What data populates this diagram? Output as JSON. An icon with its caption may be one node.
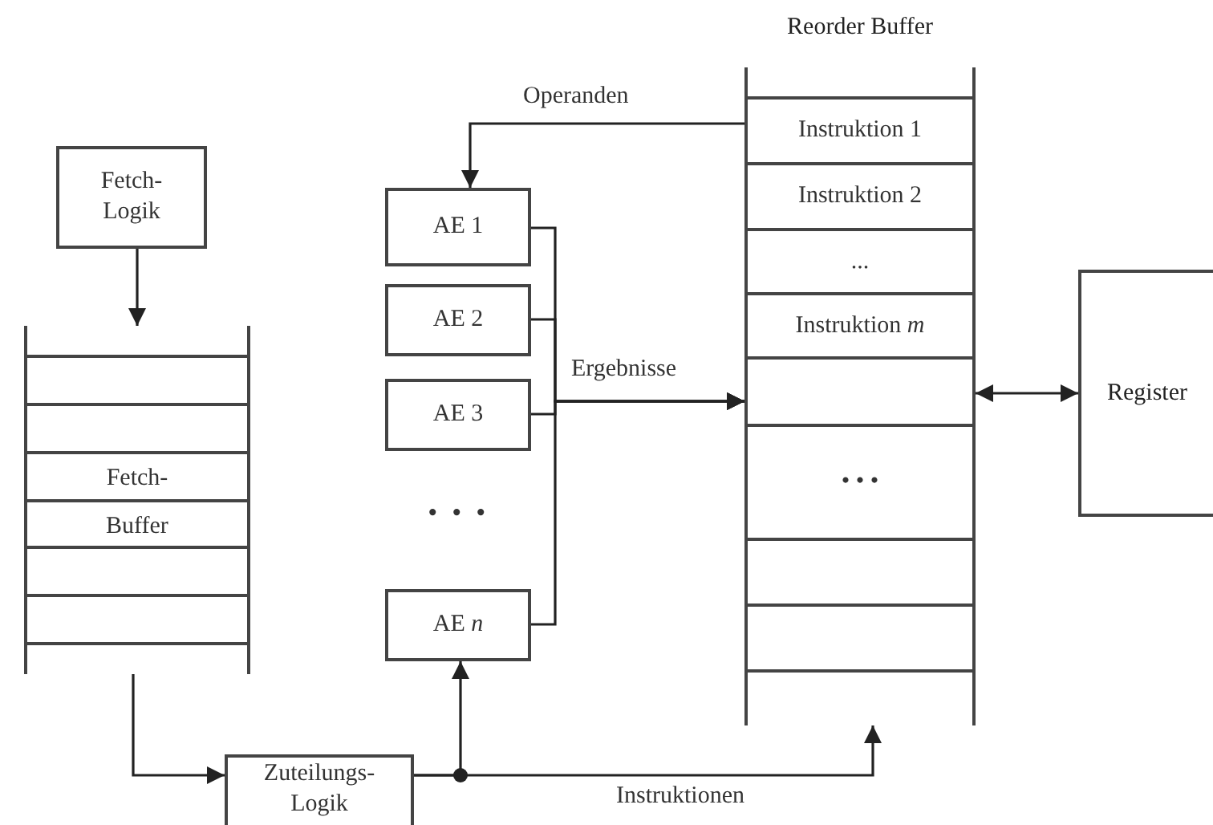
{
  "diagram": {
    "nodes": [
      {
        "text": [
          "Fetch- Logik"
        ]
      },
      {
        "text": [
          "Fetch- Buffer"
        ]
      },
      {
        "text": [
          "AE 1"
        ]
      },
      {
        "text": [
          "AE 2"
        ]
      },
      {
        "text": [
          "AE 3"
        ]
      },
      {
        "text": [
          "AE *n*"
        ]
      },
      {
        "text": [
          "Reorder Buffer"
        ]
      },
      {
        "text": [
          "Instruktion 1"
        ],
        "in": 6
      },
      {
        "text": [
          "Instruktion 2"
        ],
        "in": 6
      },
      {
        "text": [
          "..."
        ],
        "in": 6
      },
      {
        "text": [
          "Instruktion *m*"
        ],
        "in": 6
      },
      {
        "text": [
          "• • •"
        ],
        "in": 6
      },
      {
        "text": [
          "Register"
        ]
      },
      {
        "text": [
          "Zuteilungs- Logik"
        ]
      }
    ],
    "edges": [
      {
        "from": 0,
        "to": 1,
        "arrow": "to"
      },
      {
        "from": 1,
        "to": 13,
        "arrow": "to"
      },
      {
        "from": 13,
        "to": 5,
        "arrow": "to"
      },
      {
        "from": 13,
        "to": 6,
        "arrow": "to",
        "label": "Instruktionen"
      },
      {
        "from": 6,
        "to": 2,
        "arrow": "to",
        "label": "Operanden"
      },
      {
        "from": 2,
        "to": 6,
        "arrow": "to",
        "label": "Ergebnisse"
      },
      {
        "from": 3,
        "to": 6,
        "arrow": "to"
      },
      {
        "from": 4,
        "to": 6,
        "arrow": "to"
      },
      {
        "from": 5,
        "to": 6,
        "arrow": "to"
      },
      {
        "from": 6,
        "to": 12,
        "arrow": "both"
      }
    ],
    "labels": [
      "• • •"
    ]
  }
}
